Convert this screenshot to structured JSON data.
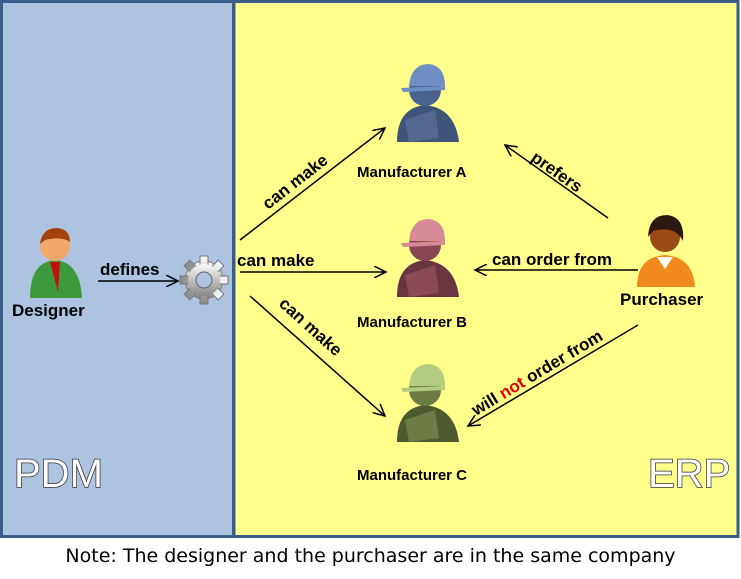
{
  "zones": {
    "left": "PDM",
    "right": "ERP"
  },
  "actors": {
    "designer": "Designer",
    "purchaser": "Purchaser"
  },
  "manufacturers": [
    "Manufacturer A",
    "Manufacturer B",
    "Manufacturer C"
  ],
  "relations": {
    "defines": "defines",
    "can_make_a": "can make",
    "can_make_b": "can make",
    "can_make_c": "can make",
    "prefers": "prefers",
    "can_order_from": "can order from",
    "will_not_pre": "will ",
    "will_not_emph": "not",
    "will_not_post": " order from"
  },
  "note": "Note: The designer and the purchaser are in the same company",
  "colors": {
    "pdm": "#adc3e0",
    "erp": "#ffff8c",
    "border": "#385d8a",
    "emphasis": "#e00000"
  }
}
